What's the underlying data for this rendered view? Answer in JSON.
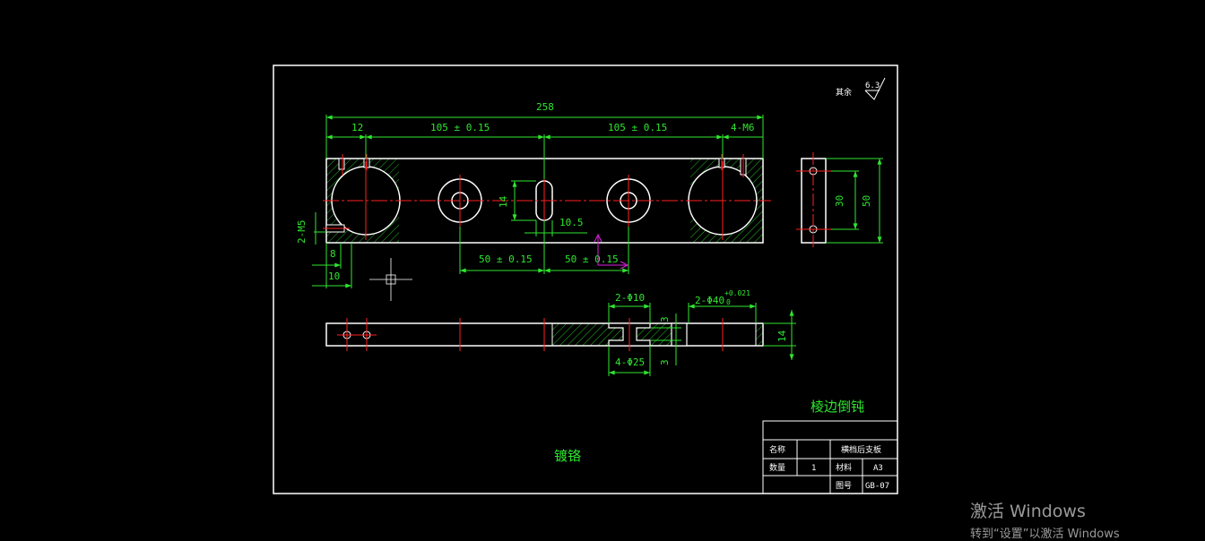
{
  "drawing": {
    "surface_finish": {
      "label": "其余",
      "value": "6.3"
    },
    "top_view": {
      "overall_length": "258",
      "dim_12": "12",
      "dim_left_105": "105 ± 0.15",
      "dim_right_105": "105 ± 0.15",
      "thread_right": "4-M6",
      "thread_left": "2-M5",
      "slot_height": "14",
      "slot_width": "10.5",
      "spacing_left_50": "50 ± 0.15",
      "spacing_right_50": "50 ± 0.15",
      "dim_8": "8",
      "dim_10": "10"
    },
    "side_view": {
      "dim_30": "30",
      "dim_50": "50"
    },
    "front_view": {
      "hole_10": "2-Φ10",
      "hole_40": "2-Φ40",
      "tol_upper": "+0.021",
      "tol_lower": "0",
      "counterbore_25": "4-Φ25",
      "dim_3_upper": "3",
      "dim_3_lower": "3",
      "thickness_14": "14"
    },
    "notes": {
      "edge_note": "棱边倒钝",
      "plating": "镀铬"
    },
    "title_block": {
      "name_label": "名称",
      "name_value": "横档后支板",
      "qty_label": "数量",
      "qty_value": "1",
      "material_label": "材料",
      "material_value": "A3",
      "drawing_no_label": "图号",
      "drawing_no_value": "GB-07"
    }
  },
  "watermark": {
    "title": "激活 Windows",
    "subtitle": "转到“设置”以激活 Windows"
  },
  "colors": {
    "background": "#000000",
    "outline": "#ffffff",
    "dimension": "#2fe62f",
    "centerline": "#ff2020",
    "ucs": "#e020e0"
  }
}
